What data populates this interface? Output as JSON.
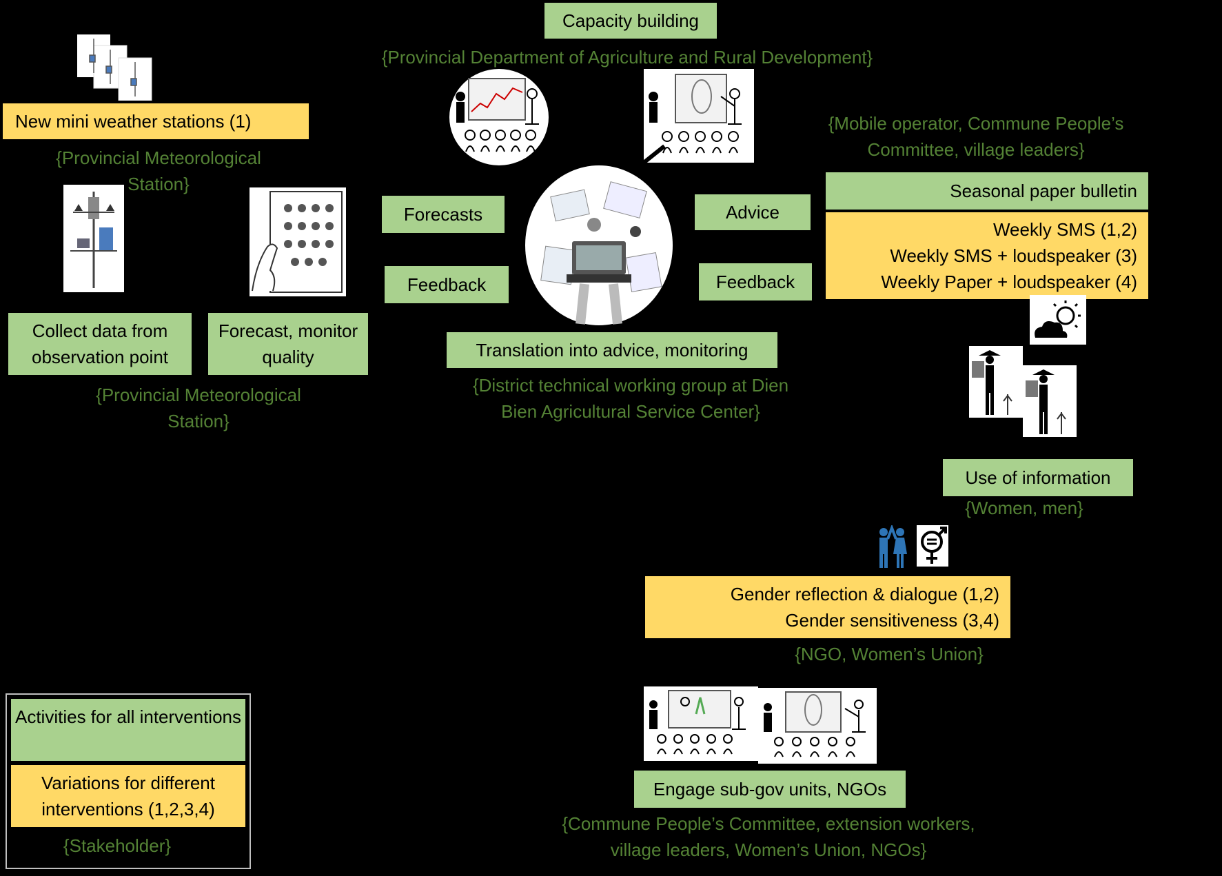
{
  "header": {
    "capacity_building": "Capacity building",
    "capacity_stakeholder": "{Provincial Department of Agriculture and Rural Development}"
  },
  "left": {
    "mini_stations": "New mini weather stations (1)",
    "stations_stakeholder": "{Provincial Meteorological Station}",
    "collect_data": "Collect data from observation point",
    "forecast_quality": "Forecast, monitor quality",
    "forecast_stakeholder": "{Provincial Meteorological Station}"
  },
  "center": {
    "forecasts": "Forecasts",
    "feedback_left": "Feedback",
    "advice": "Advice",
    "feedback_right": "Feedback",
    "translation": "Translation into advice, monitoring",
    "translation_stakeholder": "{District technical working group at Dien Bien Agricultural Service Center}"
  },
  "right": {
    "dissemination_stakeholder": "{Mobile operator, Commune People’s Committee, village leaders}",
    "seasonal_bulletin": "Seasonal paper bulletin",
    "variations": [
      "Weekly SMS (1,2)",
      "Weekly SMS + loudspeaker (3)",
      "Weekly Paper + loudspeaker (4)"
    ],
    "use_info": "Use of information",
    "use_stakeholder": "{Women, men}",
    "gender": [
      "Gender reflection & dialogue (1,2)",
      "Gender sensitiveness (3,4)"
    ],
    "gender_stakeholder": "{NGO, Women’s Union}",
    "engage": "Engage sub-gov units, NGOs",
    "engage_stakeholder": "{Commune People’s Committee, extension workers, village leaders, Women’s Union, NGOs}"
  },
  "legend": {
    "all": "Activities for all interventions",
    "variations": "Variations for different interventions (1,2,3,4)",
    "stakeholder": "{Stakeholder}"
  },
  "colors": {
    "activity": "#a9d18e",
    "variation": "#ffd966",
    "stakeholder_text": "#548235",
    "background": "#000000"
  }
}
